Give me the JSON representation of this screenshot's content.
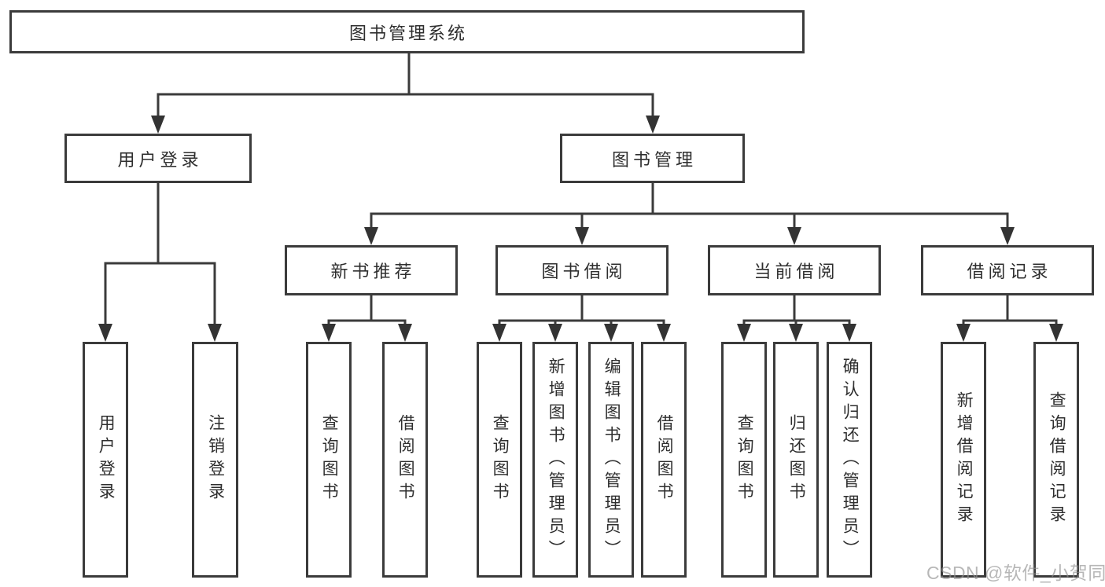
{
  "diagram": {
    "root": {
      "label": "图书管理系统"
    },
    "branches": [
      {
        "label": "用户登录",
        "children": [
          "用户登录",
          "注销登录"
        ]
      },
      {
        "label": "图书管理",
        "sections": [
          {
            "label": "新书推荐",
            "children": [
              "查询图书",
              "借阅图书"
            ]
          },
          {
            "label": "图书借阅",
            "children": [
              "查询图书",
              "新增图书（管理员）",
              "编辑图书（管理员）",
              "借阅图书"
            ]
          },
          {
            "label": "当前借阅",
            "children": [
              "查询图书",
              "归还图书",
              "确认归还（管理员）"
            ]
          },
          {
            "label": "借阅记录",
            "children": [
              "新增借阅记录",
              "查询借阅记录"
            ]
          }
        ]
      }
    ]
  },
  "watermark": {
    "text": "CSDN @软件_小贺同学"
  },
  "colors": {
    "line": "#3b3b3b",
    "text": "#2e2e2e",
    "background": "#ffffff",
    "watermark": "#919191"
  }
}
